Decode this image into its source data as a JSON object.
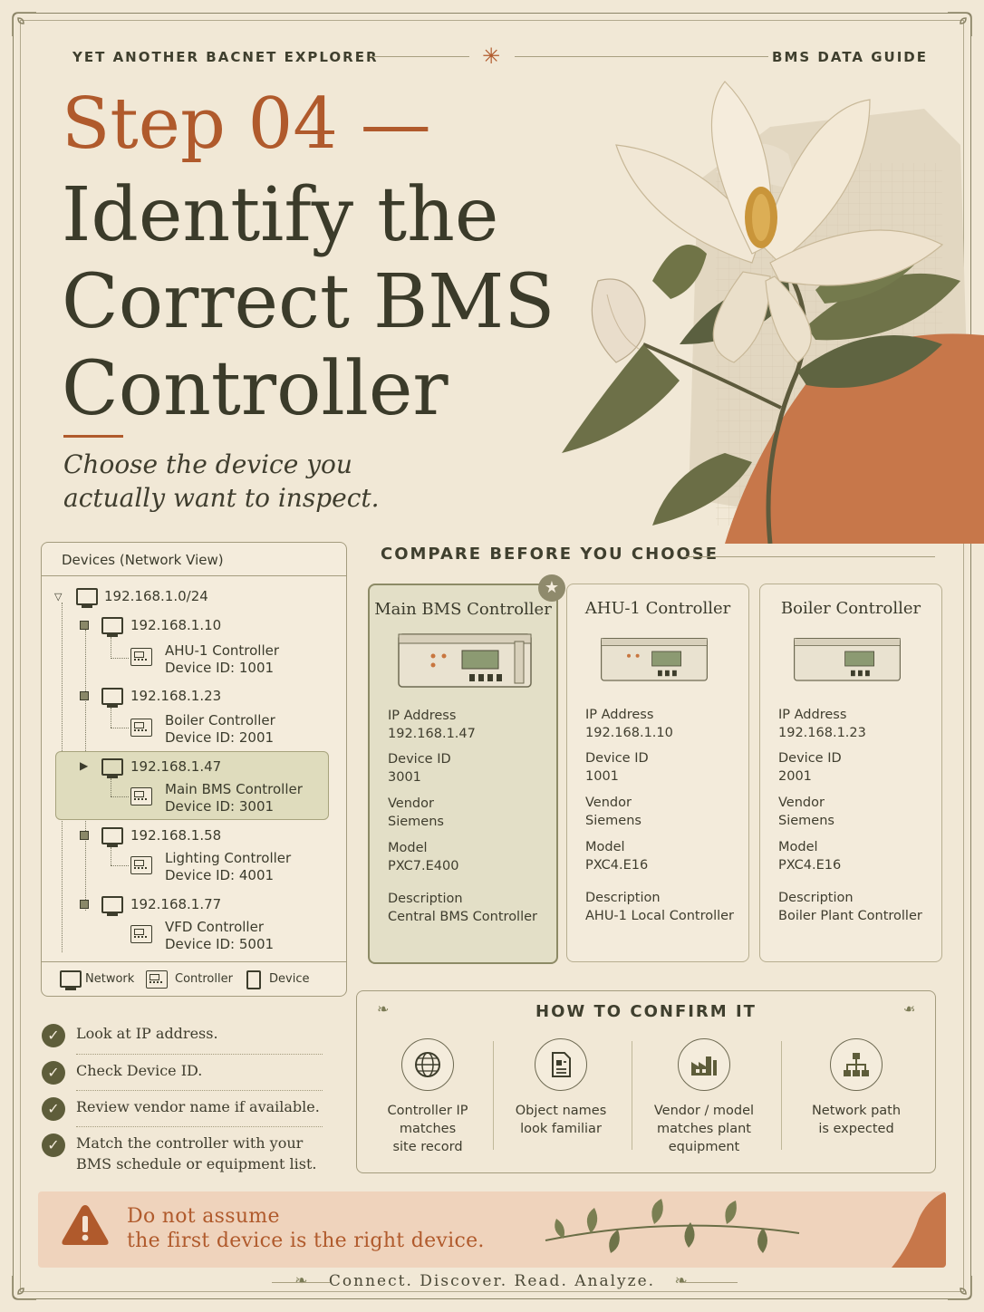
{
  "header": {
    "brand": "YET ANOTHER BACNET EXPLORER",
    "guide": "BMS DATA GUIDE"
  },
  "hero": {
    "step": "Step 04 —",
    "title": "Identify the Correct BMS Controller",
    "subtitle": "Choose the device you actually want to inspect."
  },
  "device_tree": {
    "title": "Devices (Network View)",
    "root": "192.168.1.0/24",
    "nodes": [
      {
        "ip": "192.168.1.10",
        "name": "AHU-1 Controller",
        "device_id": "Device ID: 1001"
      },
      {
        "ip": "192.168.1.23",
        "name": "Boiler Controller",
        "device_id": "Device ID: 2001"
      },
      {
        "ip": "192.168.1.47",
        "name": "Main BMS Controller",
        "device_id": "Device ID: 3001"
      },
      {
        "ip": "192.168.1.58",
        "name": "Lighting Controller",
        "device_id": "Device ID: 4001"
      },
      {
        "ip": "192.168.1.77",
        "name": "VFD Controller",
        "device_id": "Device ID: 5001"
      }
    ],
    "legend": {
      "network": "Network",
      "controller": "Controller",
      "device": "Device"
    }
  },
  "compare": {
    "title": "COMPARE BEFORE YOU CHOOSE",
    "cards": [
      {
        "name": "Main BMS Controller",
        "ip_label": "IP Address",
        "ip": "192.168.1.47",
        "id_label": "Device ID",
        "id": "3001",
        "vendor_label": "Vendor",
        "vendor": "Siemens",
        "model_label": "Model",
        "model": "PXC7.E400",
        "desc_label": "Description",
        "desc": "Central BMS Controller"
      },
      {
        "name": "AHU-1 Controller",
        "ip_label": "IP Address",
        "ip": "192.168.1.10",
        "id_label": "Device ID",
        "id": "1001",
        "vendor_label": "Vendor",
        "vendor": "Siemens",
        "model_label": "Model",
        "model": "PXC4.E16",
        "desc_label": "Description",
        "desc": "AHU-1 Local Controller"
      },
      {
        "name": "Boiler Controller",
        "ip_label": "IP Address",
        "ip": "192.168.1.23",
        "id_label": "Device ID",
        "id": "2001",
        "vendor_label": "Vendor",
        "vendor": "Siemens",
        "model_label": "Model",
        "model": "PXC4.E16",
        "desc_label": "Description",
        "desc": "Boiler Plant Controller"
      }
    ]
  },
  "confirm": {
    "title": "HOW TO CONFIRM IT",
    "items": [
      {
        "icon": "globe-icon",
        "line1": "Controller IP",
        "line2": "matches",
        "line3": "site record"
      },
      {
        "icon": "document-icon",
        "line1": "Object names",
        "line2": "look familiar",
        "line3": ""
      },
      {
        "icon": "factory-icon",
        "line1": "Vendor / model",
        "line2": "matches plant",
        "line3": "equipment"
      },
      {
        "icon": "network-path-icon",
        "line1": "Network path",
        "line2": "is expected",
        "line3": ""
      }
    ]
  },
  "checklist": [
    {
      "line1": "Look at IP address.",
      "line2": ""
    },
    {
      "line1": "Check Device ID.",
      "line2": ""
    },
    {
      "line1": "Review vendor name if available.",
      "line2": ""
    },
    {
      "line1": "Match the controller with your",
      "line2": "BMS schedule or equipment list."
    }
  ],
  "warning": {
    "line1": "Do not assume",
    "line2": "the first device is the right device."
  },
  "footer": "Connect. Discover. Read. Analyze.",
  "colors": {
    "accent": "#b05a2c",
    "ink": "#3b3b2a",
    "paper": "#f1e8d6",
    "olive": "#5e5d3a",
    "highlight": "#dfdcbd"
  }
}
